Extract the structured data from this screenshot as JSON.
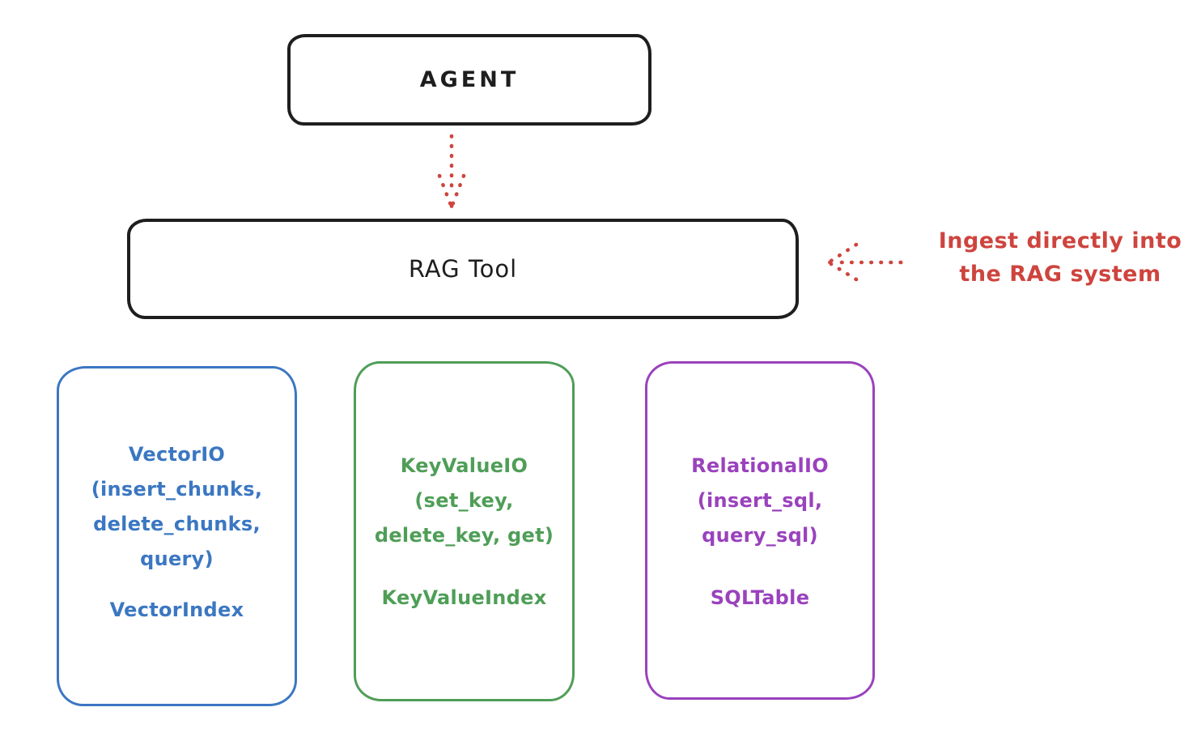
{
  "diagram": {
    "background": "#ffffff",
    "colors": {
      "ink": "#1e1e1e",
      "red": "#ce443e",
      "blue": "#3b77c2",
      "green": "#4f9e57",
      "purple": "#9a42bd",
      "background": "#ffffff"
    },
    "agent_box": {
      "label": "AGENT"
    },
    "rag_tool_box": {
      "label": "RAG Tool"
    },
    "annotation": {
      "line1": "Ingest directly into",
      "line2": "the RAG system"
    },
    "storage_boxes": [
      {
        "name": "vector-io",
        "color": "#3b77c2",
        "lines": [
          "VectorIO",
          "(insert_chunks,",
          "delete_chunks,",
          "query)"
        ],
        "index_label": "VectorIndex"
      },
      {
        "name": "key-value-io",
        "color": "#4f9e57",
        "lines": [
          "KeyValueIO",
          "(set_key,",
          "delete_key, get)"
        ],
        "index_label": "KeyValueIndex"
      },
      {
        "name": "relational-io",
        "color": "#9a42bd",
        "lines": [
          "RelationalIO",
          "(insert_sql,",
          "query_sql)"
        ],
        "index_label": "SQLTable"
      }
    ]
  }
}
